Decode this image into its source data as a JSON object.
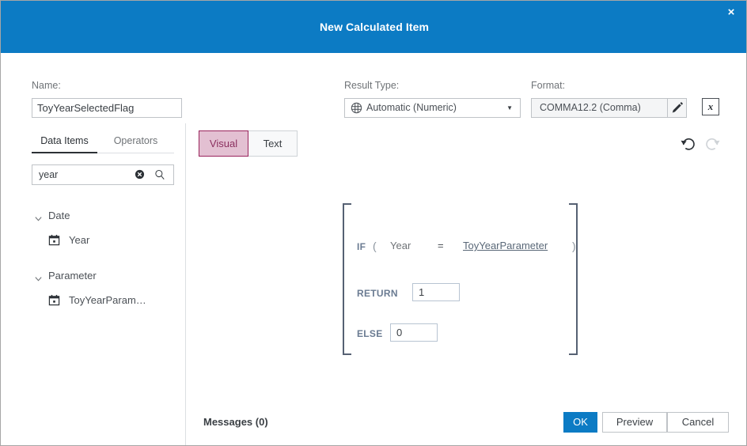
{
  "window": {
    "title": "New Calculated Item",
    "close_label": "×",
    "accent_color": "#0c7bc4",
    "selected_toggle_bg": "#e3c0d2",
    "selected_toggle_border": "#99235c"
  },
  "form": {
    "name_label": "Name:",
    "name_value": "ToyYearSelectedFlag",
    "name_placeholder": "",
    "result_type_label": "Result Type:",
    "result_type_value": "Automatic (Numeric)",
    "result_type_icon": "numeric-grid-icon",
    "format_label": "Format:",
    "format_value": "COMMA12.2 (Comma)",
    "format_edit_icon": "pencil-icon",
    "format_expression_label": "x",
    "format_expression_icon": "italic-x-icon"
  },
  "left_panel": {
    "tabs": [
      {
        "label": "Data Items",
        "active": true
      },
      {
        "label": "Operators",
        "active": false
      }
    ],
    "search": {
      "value": "year",
      "placeholder": "Search",
      "clear_icon": "clear-circle-icon",
      "search_icon": "magnifier-icon"
    },
    "tree": [
      {
        "group": "Date",
        "chevron": "chevron-down-icon",
        "items": [
          {
            "label": "Year",
            "icon": "calendar-icon"
          }
        ]
      },
      {
        "group": "Parameter",
        "chevron": "chevron-down-icon",
        "items": [
          {
            "label": "ToyYearParam…",
            "icon": "calendar-icon"
          }
        ]
      }
    ]
  },
  "editor": {
    "modes": [
      {
        "label": "Visual",
        "active": true
      },
      {
        "label": "Text",
        "active": false
      }
    ],
    "history": {
      "undo_icon": "undo-arrow-icon",
      "undo_enabled": true,
      "redo_icon": "redo-arrow-icon",
      "redo_enabled": false
    },
    "expression": {
      "if_keyword": "IF",
      "paren_open": "(",
      "operand_left": "Year",
      "operator": "=",
      "operand_right": "ToyYearParameter",
      "paren_close": ")",
      "return_keyword": "RETURN",
      "return_value": "1",
      "else_keyword": "ELSE",
      "else_value": "0"
    }
  },
  "footer": {
    "messages_label": "Messages (0)",
    "ok_label": "OK",
    "preview_label": "Preview",
    "cancel_label": "Cancel"
  }
}
